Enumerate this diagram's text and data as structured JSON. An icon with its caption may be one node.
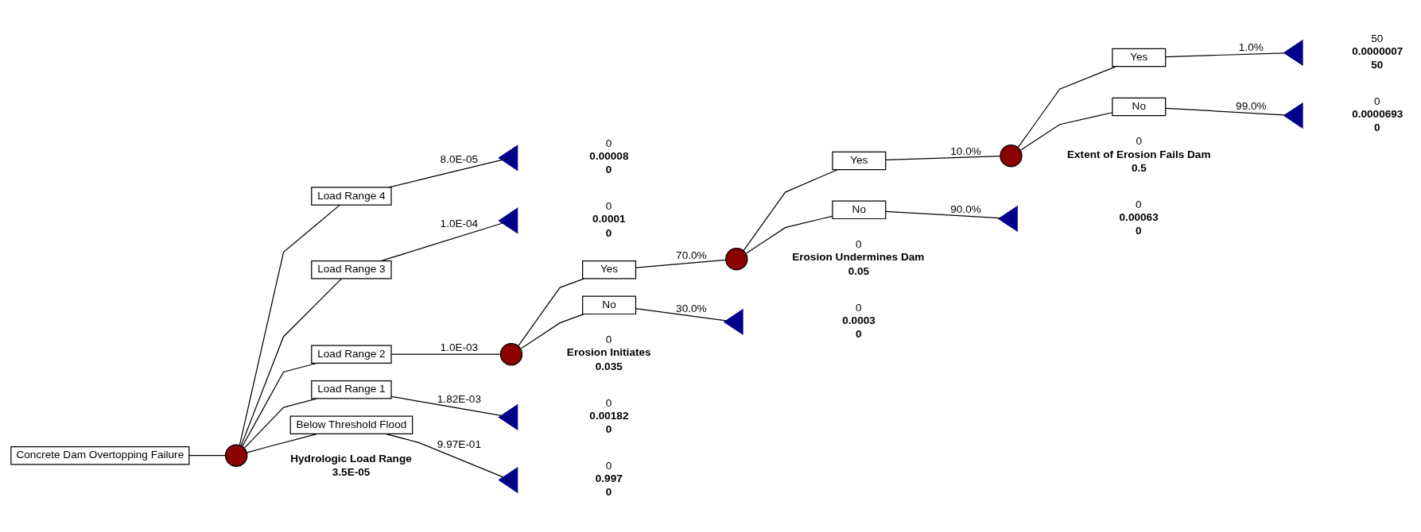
{
  "diagram": {
    "nodes": [
      {
        "text": [
          "Concrete Dam Overtopping Failure"
        ]
      },
      {
        "text": [],
        "shape": "circle",
        "beside": [
          "Hydrologic Load Range",
          "3.5E-05"
        ]
      },
      {
        "text": [
          "Load Range 4"
        ]
      },
      {
        "text": [],
        "shape": "triangle",
        "beside": [
          "0",
          "0.00008",
          "0"
        ]
      },
      {
        "text": [
          "Load Range 3"
        ]
      },
      {
        "text": [],
        "shape": "triangle",
        "beside": [
          "0",
          "0.0001",
          "0"
        ]
      },
      {
        "text": [
          "Load Range 2"
        ]
      },
      {
        "text": [],
        "shape": "circle",
        "beside": [
          "0",
          "Erosion Initiates",
          "0.035"
        ]
      },
      {
        "text": [
          "Yes"
        ]
      },
      {
        "text": [],
        "shape": "circle",
        "beside": [
          "0",
          "Erosion Undermines Dam",
          "0.05"
        ]
      },
      {
        "text": [
          "Yes"
        ]
      },
      {
        "text": [],
        "shape": "circle",
        "beside": [
          "0",
          "Extent of Erosion Fails Dam",
          "0.5"
        ]
      },
      {
        "text": [
          "Yes"
        ]
      },
      {
        "text": [],
        "shape": "triangle",
        "beside": [
          "50",
          "0.0000007",
          "50"
        ]
      },
      {
        "text": [
          "No"
        ]
      },
      {
        "text": [],
        "shape": "triangle",
        "beside": [
          "0",
          "0.0000693",
          "0"
        ]
      },
      {
        "text": [
          "No"
        ]
      },
      {
        "text": [],
        "shape": "triangle",
        "beside": [
          "0",
          "0.00063",
          "0"
        ]
      },
      {
        "text": [
          "No"
        ]
      },
      {
        "text": [],
        "shape": "triangle",
        "beside": [
          "0",
          "0.0003",
          "0"
        ]
      },
      {
        "text": [
          "Load Range 1"
        ]
      },
      {
        "text": [],
        "shape": "triangle",
        "beside": [
          "0",
          "0.00182",
          "0"
        ]
      },
      {
        "text": [
          "Below Threshold Flood"
        ]
      },
      {
        "text": [],
        "shape": "triangle",
        "beside": [
          "0",
          "0.997",
          "0"
        ]
      }
    ],
    "edges": [
      {
        "from": 0,
        "to": 1,
        "arrow": "none"
      },
      {
        "from": 1,
        "to": 2,
        "arrow": "none"
      },
      {
        "from": 2,
        "to": 3,
        "arrow": "none",
        "label": "8.0E-05"
      },
      {
        "from": 1,
        "to": 4,
        "arrow": "none"
      },
      {
        "from": 4,
        "to": 5,
        "arrow": "none",
        "label": "1.0E-04"
      },
      {
        "from": 1,
        "to": 6,
        "arrow": "none"
      },
      {
        "from": 6,
        "to": 7,
        "arrow": "none",
        "label": "1.0E-03"
      },
      {
        "from": 7,
        "to": 8,
        "arrow": "none"
      },
      {
        "from": 8,
        "to": 9,
        "arrow": "none",
        "label": "70.0%"
      },
      {
        "from": 9,
        "to": 10,
        "arrow": "none"
      },
      {
        "from": 10,
        "to": 11,
        "arrow": "none",
        "label": "10.0%"
      },
      {
        "from": 11,
        "to": 12,
        "arrow": "none"
      },
      {
        "from": 12,
        "to": 13,
        "arrow": "none",
        "label": "1.0%"
      },
      {
        "from": 11,
        "to": 14,
        "arrow": "none"
      },
      {
        "from": 14,
        "to": 15,
        "arrow": "none",
        "label": "99.0%"
      },
      {
        "from": 9,
        "to": 16,
        "arrow": "none"
      },
      {
        "from": 16,
        "to": 17,
        "arrow": "none",
        "label": "90.0%"
      },
      {
        "from": 7,
        "to": 18,
        "arrow": "none"
      },
      {
        "from": 18,
        "to": 19,
        "arrow": "none",
        "label": "30.0%"
      },
      {
        "from": 1,
        "to": 20,
        "arrow": "none"
      },
      {
        "from": 20,
        "to": 21,
        "arrow": "none",
        "label": "1.82E-03"
      },
      {
        "from": 1,
        "to": 22,
        "arrow": "none"
      },
      {
        "from": 22,
        "to": 23,
        "arrow": "none",
        "label": "9.97E-01"
      }
    ]
  }
}
